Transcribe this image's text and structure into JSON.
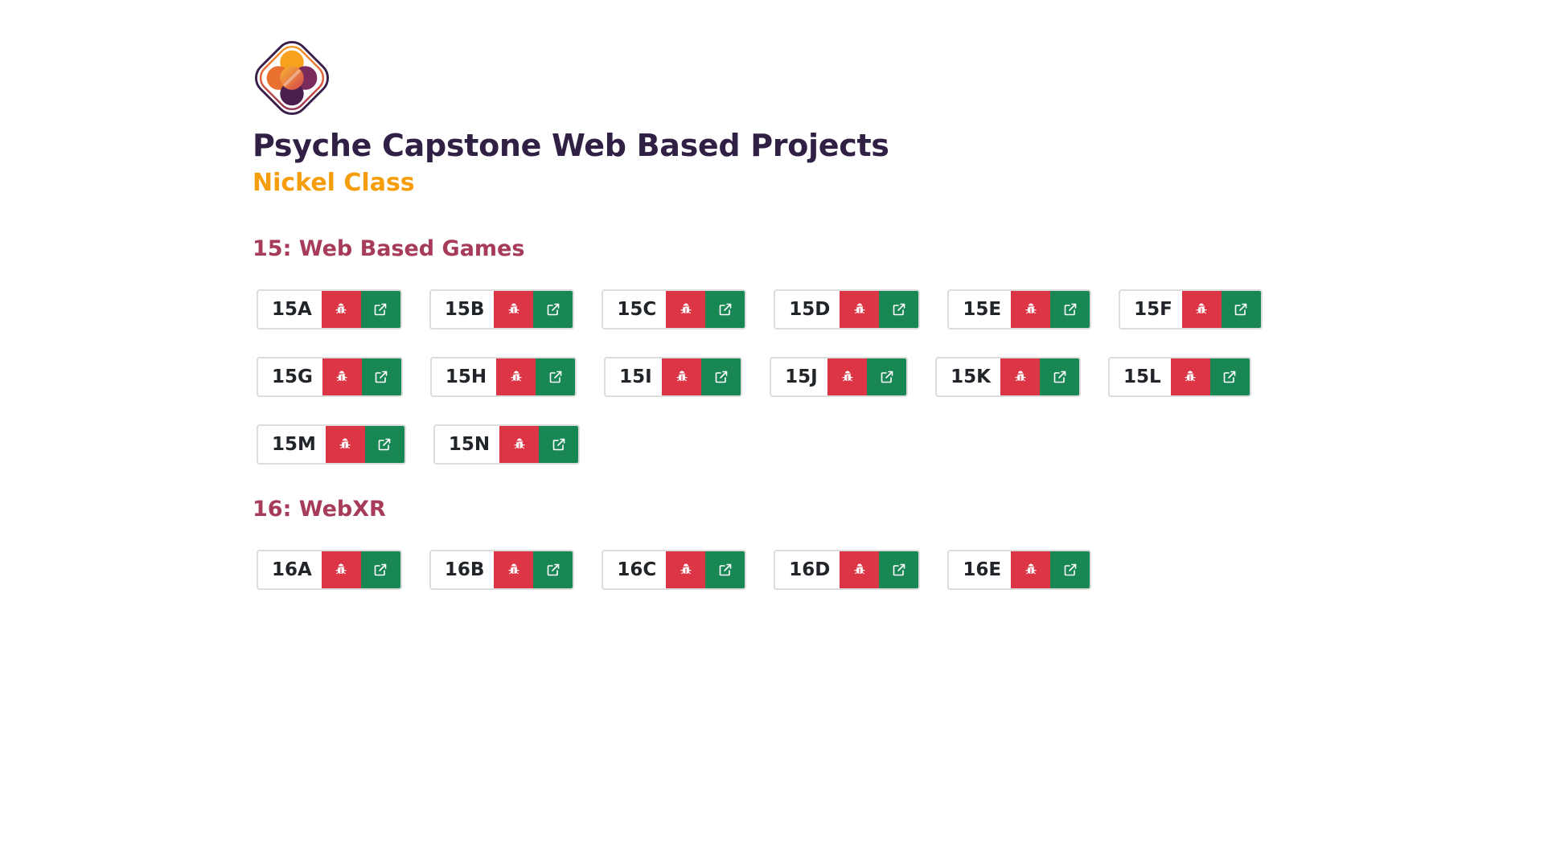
{
  "header": {
    "title": "Psyche Capstone Web Based Projects",
    "subtitle": "Nickel Class"
  },
  "sections": [
    {
      "heading": "15: Web Based Games",
      "projects": [
        "15A",
        "15B",
        "15C",
        "15D",
        "15E",
        "15F",
        "15G",
        "15H",
        "15I",
        "15J",
        "15K",
        "15L",
        "15M",
        "15N"
      ]
    },
    {
      "heading": "16: WebXR",
      "projects": [
        "16A",
        "16B",
        "16C",
        "16D",
        "16E"
      ]
    }
  ],
  "icons": {
    "report_bug": "bug-icon",
    "open_project": "external-link-icon"
  },
  "colors": {
    "title": "#302144",
    "subtitle": "#f59d0b",
    "section_heading": "#a63b5a",
    "bug_button": "#dc3545",
    "open_button": "#198754"
  }
}
